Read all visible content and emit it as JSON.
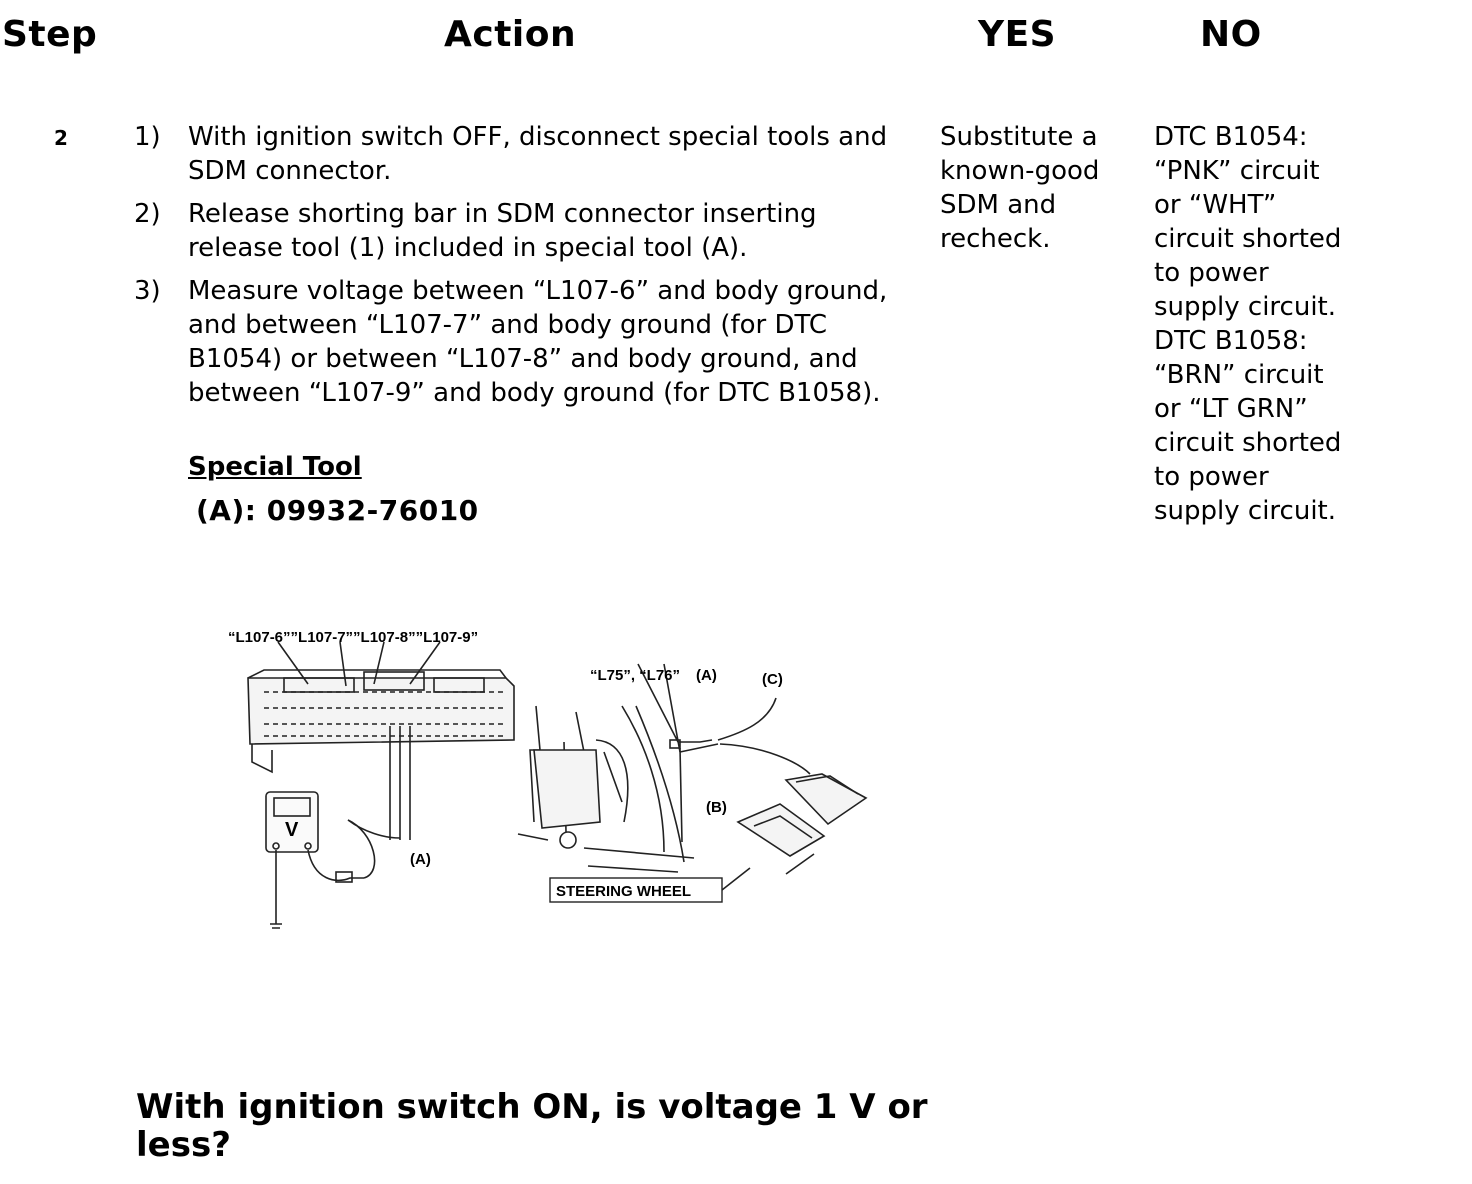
{
  "header": {
    "step": "Step",
    "action": "Action",
    "yes": "YES",
    "no": "NO"
  },
  "row": {
    "step": "2",
    "actions": [
      {
        "num": "1)",
        "text": "With ignition switch OFF, disconnect special tools and SDM connector."
      },
      {
        "num": "2)",
        "text": "Release shorting bar in SDM connector inserting release tool (1) included in special tool (A)."
      },
      {
        "num": "3)",
        "text": "Measure voltage between “L107-6” and body ground, and between “L107-7” and body ground (for DTC B1054) or between “L107-8” and body ground, and between “L107-9” and body ground (for DTC B1058)."
      }
    ],
    "special_tool_heading": "Special Tool",
    "special_tool_value": "(A): 09932-76010",
    "question": "With ignition switch ON, is voltage 1 V or less?",
    "yes_text": "Substitute a known-good SDM and recheck.",
    "no_text_b1054": "DTC B1054:\n“PNK” circuit or “WHT” circuit shorted to power supply circuit.",
    "no_text_b1058": "DTC B1058:\n“BRN” circuit or “LT GRN” circuit shorted to power supply circuit."
  },
  "diagram": {
    "connector_terminals": "“L107-6””L107-7””L107-8””L107-9”",
    "meter_symbol": "V",
    "tool_a": "(A)",
    "tool_b": "(B)",
    "tool_c": "(C)",
    "connectors_l75_l76": "“L75”, “L76”",
    "steering_wheel": "STEERING WHEEL"
  }
}
